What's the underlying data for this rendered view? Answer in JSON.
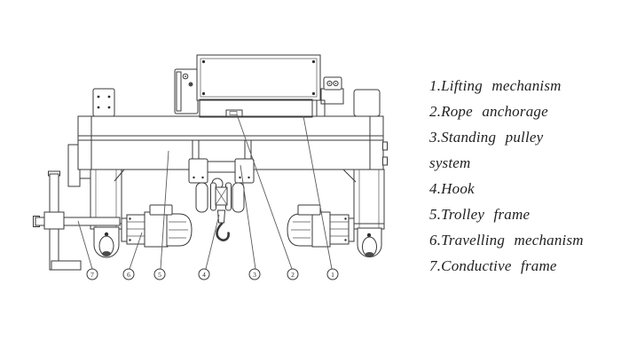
{
  "colors": {
    "ink": "#3a3a3a",
    "leader": "#5a5a5a",
    "text": "#1f1f1f",
    "background": "#ffffff"
  },
  "diagram": {
    "callouts": [
      "7",
      "6",
      "5",
      "4",
      "3",
      "2",
      "1"
    ]
  },
  "legend": {
    "items": [
      {
        "label": "1.Lifting mechanism"
      },
      {
        "label": "2.Rope anchorage"
      },
      {
        "label": "3.Standing pulley\nsystem"
      },
      {
        "label": "4.Hook"
      },
      {
        "label": "5.Trolley frame"
      },
      {
        "label": "6.Travelling mechanism"
      },
      {
        "label": "7.Conductive frame"
      }
    ]
  }
}
